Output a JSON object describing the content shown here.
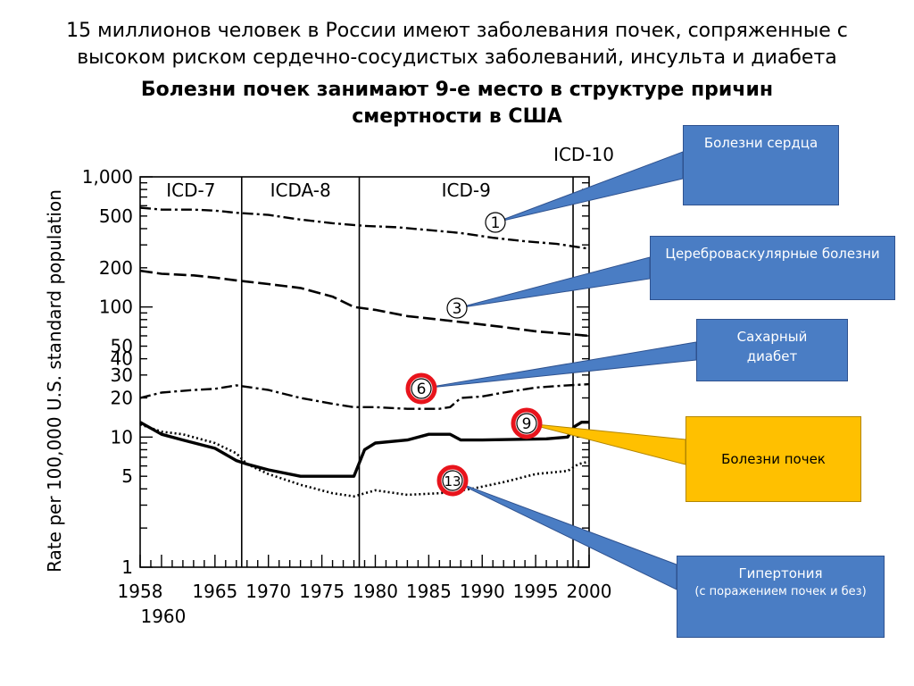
{
  "heading": {
    "line1": "15 миллионов человек в России имеют заболевания почек, сопряженные с",
    "line2": "высоком риском сердечно-сосудистых заболеваний, инсульта и диабета",
    "bold_line1": "Болезни почек занимают 9-е место в структуре причин",
    "bold_line2": "смертности в США"
  },
  "chart_data": {
    "type": "line",
    "ylabel": "Rate per 100,000 U.S. standard population",
    "y_scale": "log",
    "ylim": [
      1,
      1000
    ],
    "xlim": [
      1958,
      2000
    ],
    "y_ticks": [
      {
        "value": 1,
        "label": "1"
      },
      {
        "value": 5,
        "label": "5"
      },
      {
        "value": 10,
        "label": "10"
      },
      {
        "value": 20,
        "label": "20"
      },
      {
        "value": 30,
        "label": "30"
      },
      {
        "value": 40,
        "label": "40"
      },
      {
        "value": 50,
        "label": "50"
      },
      {
        "value": 100,
        "label": "100"
      },
      {
        "value": 200,
        "label": "200"
      },
      {
        "value": 500,
        "label": "500"
      },
      {
        "value": 1000,
        "label": "1,000"
      }
    ],
    "x_ticks": [
      {
        "value": 1958,
        "label": "1958"
      },
      {
        "value": 1965,
        "label": "1965"
      },
      {
        "value": 1970,
        "label": "1970"
      },
      {
        "value": 1975,
        "label": "1975"
      },
      {
        "value": 1980,
        "label": "1980"
      },
      {
        "value": 1985,
        "label": "1985"
      },
      {
        "value": 1990,
        "label": "1990"
      },
      {
        "value": 1995,
        "label": "1995"
      },
      {
        "value": 2000,
        "label": "2000"
      }
    ],
    "x_sub_label": {
      "value": 1960,
      "label": "1960"
    },
    "icd_periods": [
      {
        "label": "ICD-7",
        "start": 1958,
        "end": 1967.5
      },
      {
        "label": "ICDA-8",
        "start": 1967.5,
        "end": 1978.5
      },
      {
        "label": "ICD-9",
        "start": 1978.5,
        "end": 1998.5
      },
      {
        "label": "ICD-10",
        "start": 1998.5,
        "end": 2000
      }
    ],
    "series": [
      {
        "marker": "1",
        "style": "dashdot",
        "x": [
          1958,
          1960,
          1963,
          1965,
          1967,
          1970,
          1973,
          1976,
          1979,
          1982,
          1985,
          1988,
          1991,
          1994,
          1997,
          2000
        ],
        "y": [
          580,
          560,
          560,
          550,
          530,
          510,
          470,
          440,
          420,
          410,
          390,
          370,
          340,
          320,
          305,
          280
        ]
      },
      {
        "marker": "3",
        "style": "dashed",
        "x": [
          1958,
          1960,
          1963,
          1965,
          1967,
          1970,
          1973,
          1976,
          1978,
          1980,
          1983,
          1986,
          1989,
          1992,
          1995,
          1998,
          2000
        ],
        "y": [
          190,
          180,
          175,
          168,
          160,
          150,
          140,
          120,
          100,
          95,
          85,
          80,
          75,
          70,
          65,
          62,
          60
        ]
      },
      {
        "marker": "6",
        "style": "dashdot",
        "x": [
          1958,
          1960,
          1963,
          1965,
          1967,
          1970,
          1973,
          1976,
          1978,
          1980,
          1983,
          1986,
          1987,
          1988,
          1990,
          1992,
          1995,
          1998,
          2000
        ],
        "y": [
          20,
          22,
          23,
          23.5,
          25,
          23,
          20,
          18,
          17,
          17,
          16.5,
          16.5,
          17,
          20,
          20.5,
          22,
          24,
          25,
          25.5
        ]
      },
      {
        "marker": "9",
        "style": "solid",
        "x": [
          1958,
          1960,
          1962,
          1965,
          1967,
          1968,
          1970,
          1973,
          1976,
          1978,
          1979,
          1980,
          1983,
          1985,
          1987,
          1988,
          1990,
          1993,
          1996,
          1998,
          1998.6,
          1999.3,
          2000
        ],
        "y": [
          13,
          10.5,
          9.5,
          8.2,
          6.6,
          6.2,
          5.6,
          5,
          5,
          5,
          8,
          9,
          9.5,
          10.5,
          10.5,
          9.5,
          9.5,
          9.6,
          9.7,
          10,
          12,
          13,
          13
        ]
      },
      {
        "marker": "13",
        "style": "dotted",
        "x": [
          1958,
          1960,
          1962,
          1965,
          1967,
          1968,
          1970,
          1973,
          1976,
          1978,
          1980,
          1983,
          1986,
          1989,
          1992,
          1995,
          1998,
          1999,
          2000
        ],
        "y": [
          12.5,
          11,
          10.5,
          9,
          7.5,
          6.2,
          5.2,
          4.3,
          3.7,
          3.5,
          3.9,
          3.6,
          3.7,
          4,
          4.5,
          5.2,
          5.5,
          6.2,
          6.5
        ]
      }
    ]
  },
  "callouts": {
    "heart": {
      "label": "Болезни сердца",
      "marker": "1"
    },
    "cerebro": {
      "label": "Цереброваскулярные болезни",
      "marker": "3"
    },
    "diabetes": {
      "label": "Сахарный диабет",
      "marker": "6"
    },
    "kidney": {
      "label": "Болезни почек",
      "marker": "9"
    },
    "hypertension": {
      "label": "Гипертония",
      "sub": "(с поражением почек и без)",
      "marker": "13"
    }
  },
  "colors": {
    "blue_box": "#4a7dc4",
    "yellow_box": "#ffc000",
    "highlight_ring": "#e8141c"
  }
}
